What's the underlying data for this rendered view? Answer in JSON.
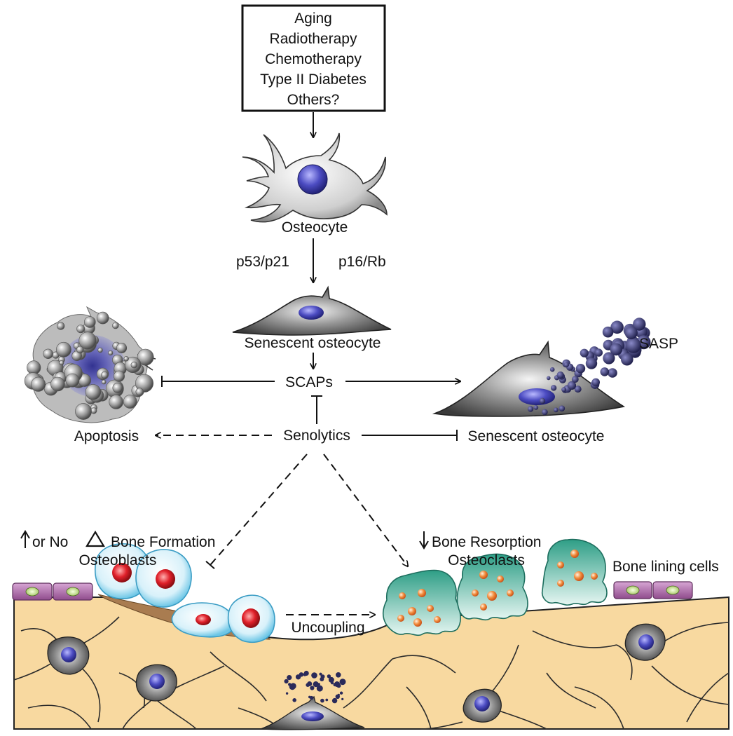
{
  "causes": [
    "Aging",
    "Radiotherapy",
    "Chemotherapy",
    "Type II Diabetes",
    "Others?"
  ],
  "labels": {
    "osteocyte": "Osteocyte",
    "pathway_left": "p53/p21",
    "pathway_right": "p16/Rb",
    "senescent_osteocyte_center": "Senescent osteocyte",
    "scaps": "SCAPs",
    "sasp": "SASP",
    "apoptosis": "Apoptosis",
    "senolytics": "Senolytics",
    "senescent_osteocyte_right": "Senescent osteocyte",
    "bone_formation_prefix": "or No",
    "bone_formation_suffix": "Bone Formation",
    "osteoblasts": "Osteoblasts",
    "bone_resorption": "Bone Resorption",
    "osteoclasts": "Osteoclasts",
    "bone_lining_cells": "Bone lining cells",
    "uncoupling": "Uncoupling"
  },
  "colors": {
    "bone": "#f8d9a0",
    "osteoid": "#a97c50",
    "nucleus": "#2e2e8f",
    "osteoblast_halo": "#7fd0ea",
    "osteoblast_nucleus": "#e0202a",
    "osteoclast": "#2e9e86",
    "osteoclast_granule": "#f28c3c",
    "lining_cell": "#b97ab6",
    "sasp_dots": "#2a2a5a"
  }
}
